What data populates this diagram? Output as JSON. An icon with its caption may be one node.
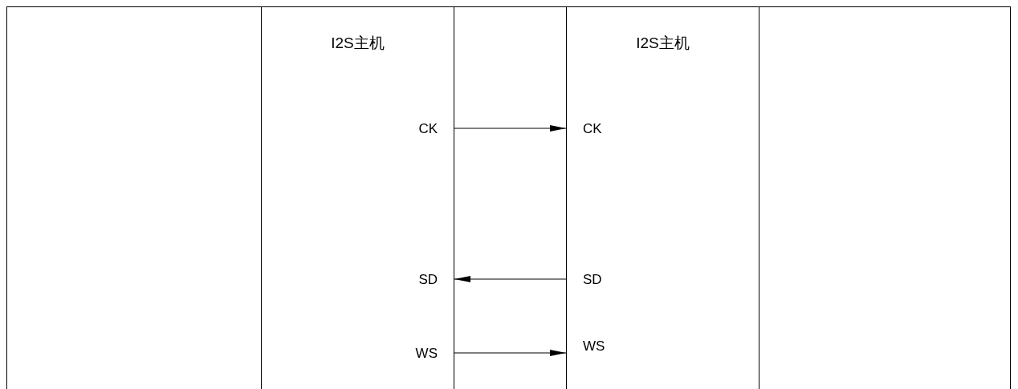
{
  "diagram": {
    "nodes": [
      {
        "text": [
          "I2S主机"
        ]
      },
      {
        "text": [
          "CK"
        ],
        "in": 0
      },
      {
        "text": [
          "SD"
        ],
        "in": 0
      },
      {
        "text": [
          "WS"
        ],
        "in": 0
      },
      {
        "text": [
          "I2S主机"
        ]
      },
      {
        "text": [
          "CK"
        ],
        "in": 4
      },
      {
        "text": [
          "SD"
        ],
        "in": 4
      },
      {
        "text": [
          "WS"
        ],
        "in": 4
      }
    ],
    "edges": [
      {
        "from": 1,
        "to": 5,
        "arrow": "to"
      },
      {
        "from": 6,
        "to": 2,
        "arrow": "to"
      },
      {
        "from": 3,
        "to": 7,
        "arrow": "to"
      }
    ]
  }
}
